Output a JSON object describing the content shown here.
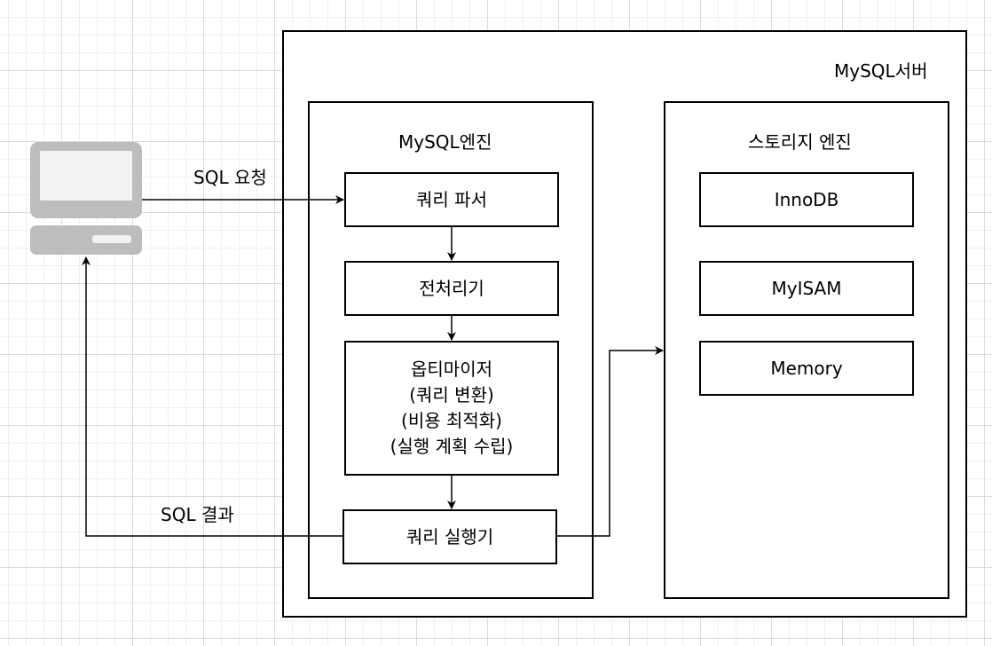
{
  "server": {
    "title": "MySQL서버"
  },
  "engine": {
    "title": "MySQL엔진",
    "parser": "쿼리 파서",
    "preprocessor": "전처리기",
    "optimizer": {
      "lines": [
        "옵티마이저",
        "(쿼리 변환)",
        "(비용 최적화)",
        "(실행 계획 수립)"
      ]
    },
    "executor": "쿼리 실행기"
  },
  "storage": {
    "title": "스토리지 엔진",
    "engines": [
      "InnoDB",
      "MyISAM",
      "Memory"
    ]
  },
  "client": {
    "icon": "computer-icon",
    "request_label": "SQL 요청",
    "result_label": "SQL 결과"
  },
  "colors": {
    "line": "#000000",
    "icon_body": "#bdbdbd",
    "icon_screen": "#f2f2f2"
  }
}
